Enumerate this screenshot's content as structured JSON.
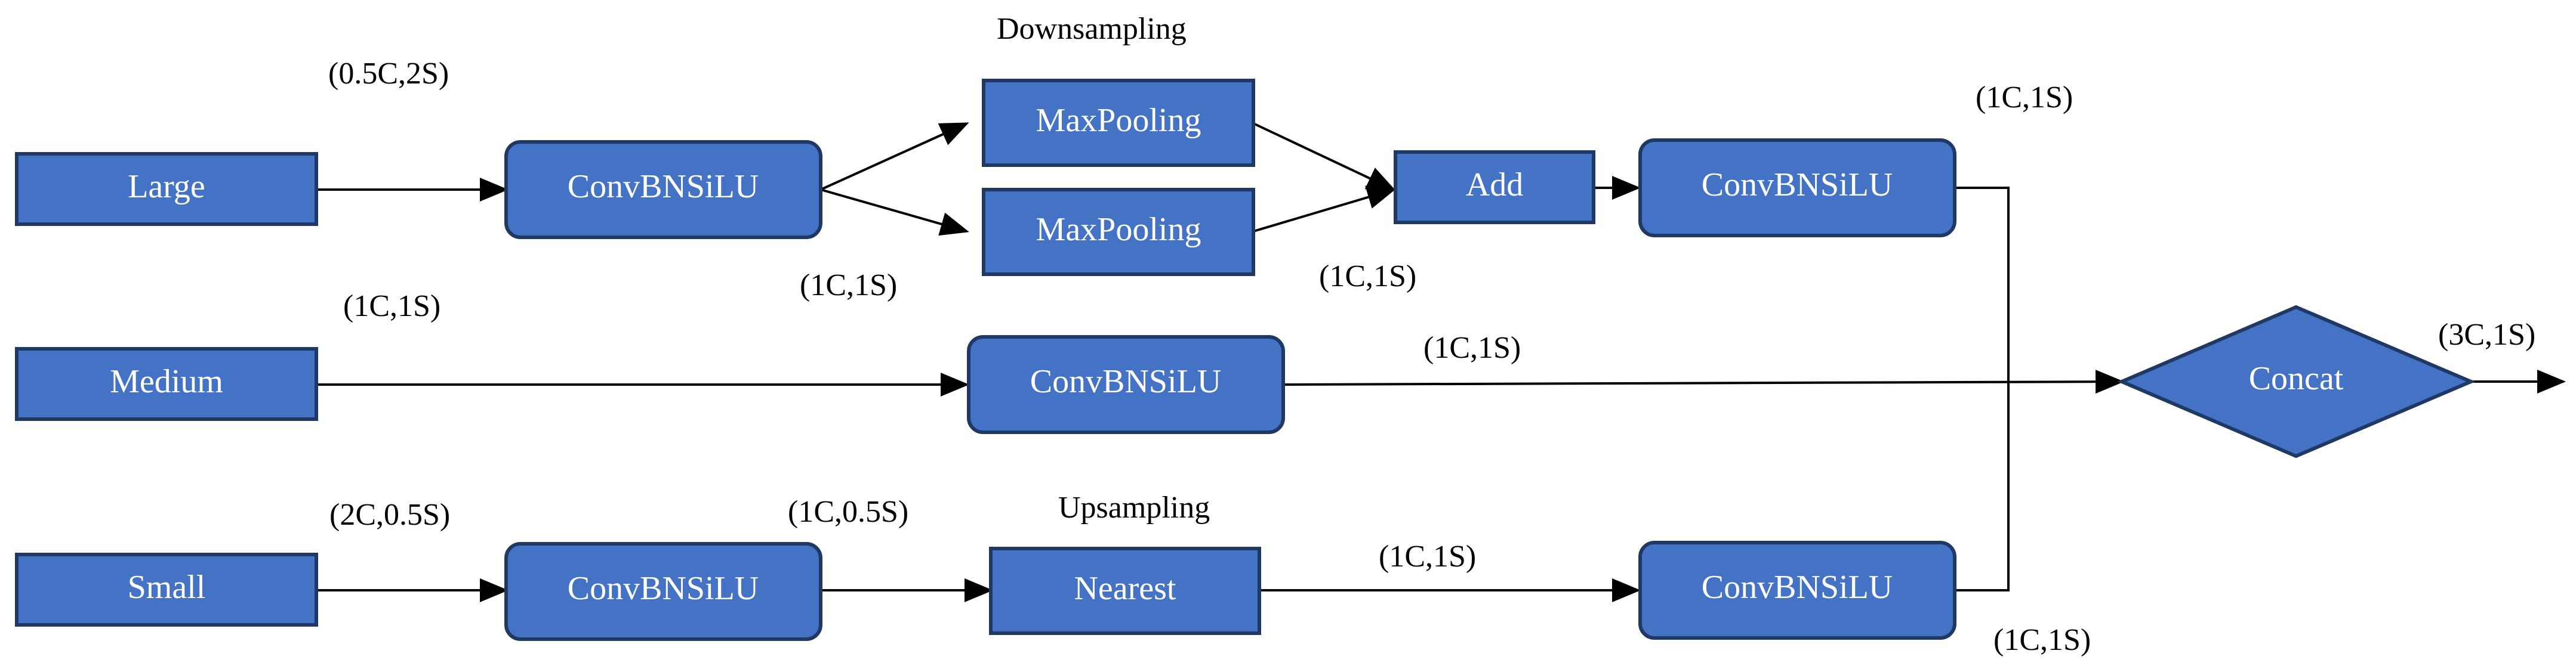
{
  "nodes": {
    "large": "Large",
    "medium": "Medium",
    "small": "Small",
    "conv_large": "ConvBNSiLU",
    "maxpool_top": "MaxPooling",
    "maxpool_bottom": "MaxPooling",
    "add": "Add",
    "conv_after_add": "ConvBNSiLU",
    "conv_medium": "ConvBNSiLU",
    "conv_small": "ConvBNSiLU",
    "nearest": "Nearest",
    "conv_after_nearest": "ConvBNSiLU",
    "concat": "Concat"
  },
  "labels": {
    "large_in": "(0.5C,2S)",
    "conv_large_out": "(1C,1S)",
    "downsampling": "Downsampling",
    "add_in": "(1C,1S)",
    "conv_after_add_out": "(1C,1S)",
    "medium_in": "(1C,1S)",
    "conv_medium_out": "(1C,1S)",
    "concat_out": "(3C,1S)",
    "small_in": "(2C,0.5S)",
    "conv_small_out": "(1C,0.5S)",
    "upsampling": "Upsampling",
    "nearest_out": "(1C,1S)",
    "conv_after_nearest_out": "(1C,1S)"
  },
  "colors": {
    "node_fill": "#4472c4",
    "node_border": "#1f3864",
    "edge": "#000000"
  }
}
